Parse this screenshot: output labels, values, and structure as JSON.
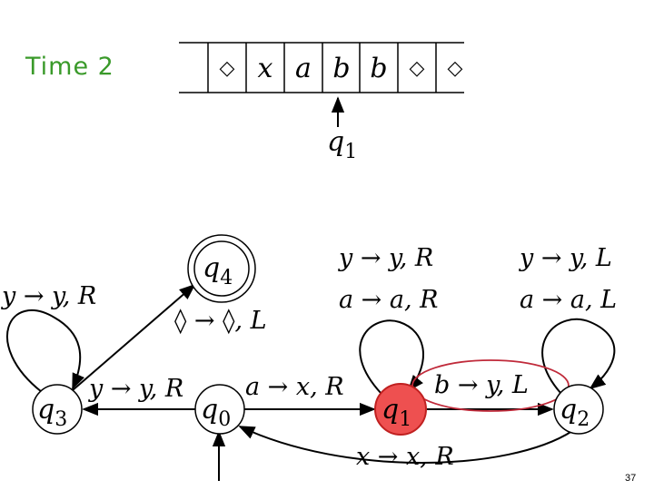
{
  "time_label": "Time 2",
  "tape": {
    "cells": [
      "◇",
      "x",
      "a",
      "b",
      "b",
      "◇",
      "◇"
    ],
    "head_state": {
      "base": "q",
      "sub": "1"
    }
  },
  "states": [
    {
      "id": "q0",
      "base": "q",
      "sub": "0",
      "initial": true
    },
    {
      "id": "q1",
      "base": "q",
      "sub": "1",
      "current": true
    },
    {
      "id": "q2",
      "base": "q",
      "sub": "2"
    },
    {
      "id": "q3",
      "base": "q",
      "sub": "3"
    },
    {
      "id": "q4",
      "base": "q",
      "sub": "4",
      "accepting": true
    }
  ],
  "transitions": {
    "q3_loop": "y → y, R",
    "q0_q3": "y → y, R",
    "q3_q4": "◊ → ◊, L",
    "q0_q1": "a → x, R",
    "q1_loop_1": "y → y, R",
    "q1_loop_2": "a → a, R",
    "q1_q2": "b → y, L",
    "q2_loop_1": "y → y, L",
    "q2_loop_2": "a → a, L",
    "q2_q0": "x → x, R"
  },
  "page_number": "37",
  "colors": {
    "label_green": "#3a9a2a",
    "current_state_fill": "#ee5050",
    "highlight_ellipse": "#c02a3a"
  }
}
